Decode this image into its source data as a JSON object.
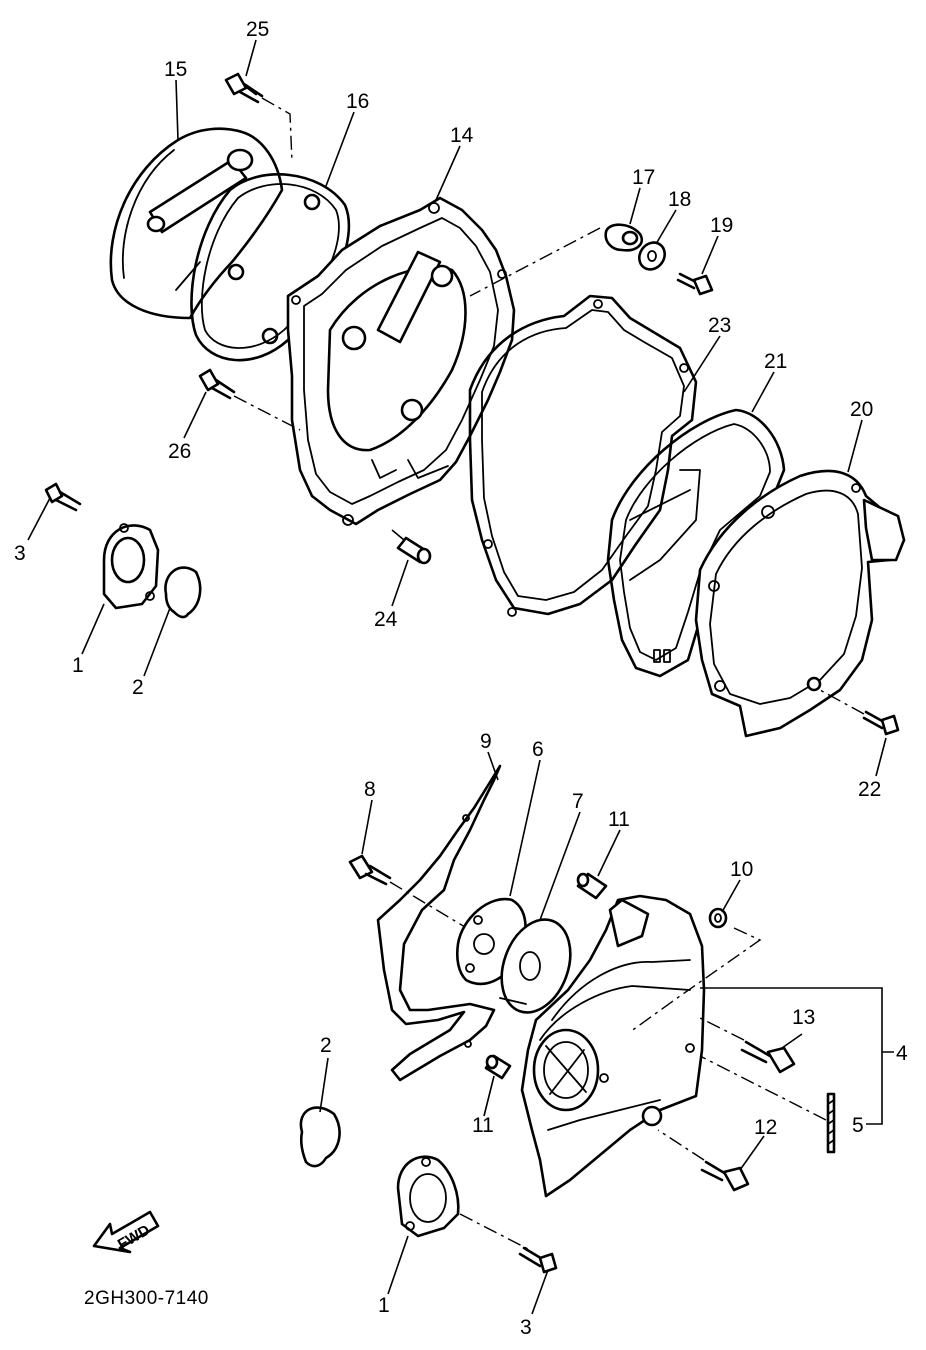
{
  "diagram": {
    "drawing_code": "2GH300-7140",
    "direction_arrow_label": "FWD",
    "callouts": [
      {
        "id": "c25",
        "text": "25"
      },
      {
        "id": "c15",
        "text": "15"
      },
      {
        "id": "c16",
        "text": "16"
      },
      {
        "id": "c14",
        "text": "14"
      },
      {
        "id": "c17",
        "text": "17"
      },
      {
        "id": "c18",
        "text": "18"
      },
      {
        "id": "c19",
        "text": "19"
      },
      {
        "id": "c23",
        "text": "23"
      },
      {
        "id": "c21",
        "text": "21"
      },
      {
        "id": "c20",
        "text": "20"
      },
      {
        "id": "c26",
        "text": "26"
      },
      {
        "id": "c3a",
        "text": "3"
      },
      {
        "id": "c24",
        "text": "24"
      },
      {
        "id": "c1a",
        "text": "1"
      },
      {
        "id": "c2a",
        "text": "2"
      },
      {
        "id": "c22",
        "text": "22"
      },
      {
        "id": "c9",
        "text": "9"
      },
      {
        "id": "c8",
        "text": "8"
      },
      {
        "id": "c6",
        "text": "6"
      },
      {
        "id": "c7",
        "text": "7"
      },
      {
        "id": "c11a",
        "text": "11"
      },
      {
        "id": "c10",
        "text": "10"
      },
      {
        "id": "c13",
        "text": "13"
      },
      {
        "id": "c4",
        "text": "4"
      },
      {
        "id": "c2b",
        "text": "2"
      },
      {
        "id": "c11b",
        "text": "11"
      },
      {
        "id": "c5",
        "text": "5"
      },
      {
        "id": "c12",
        "text": "12"
      },
      {
        "id": "c1b",
        "text": "1"
      },
      {
        "id": "c3b",
        "text": "3"
      }
    ]
  }
}
